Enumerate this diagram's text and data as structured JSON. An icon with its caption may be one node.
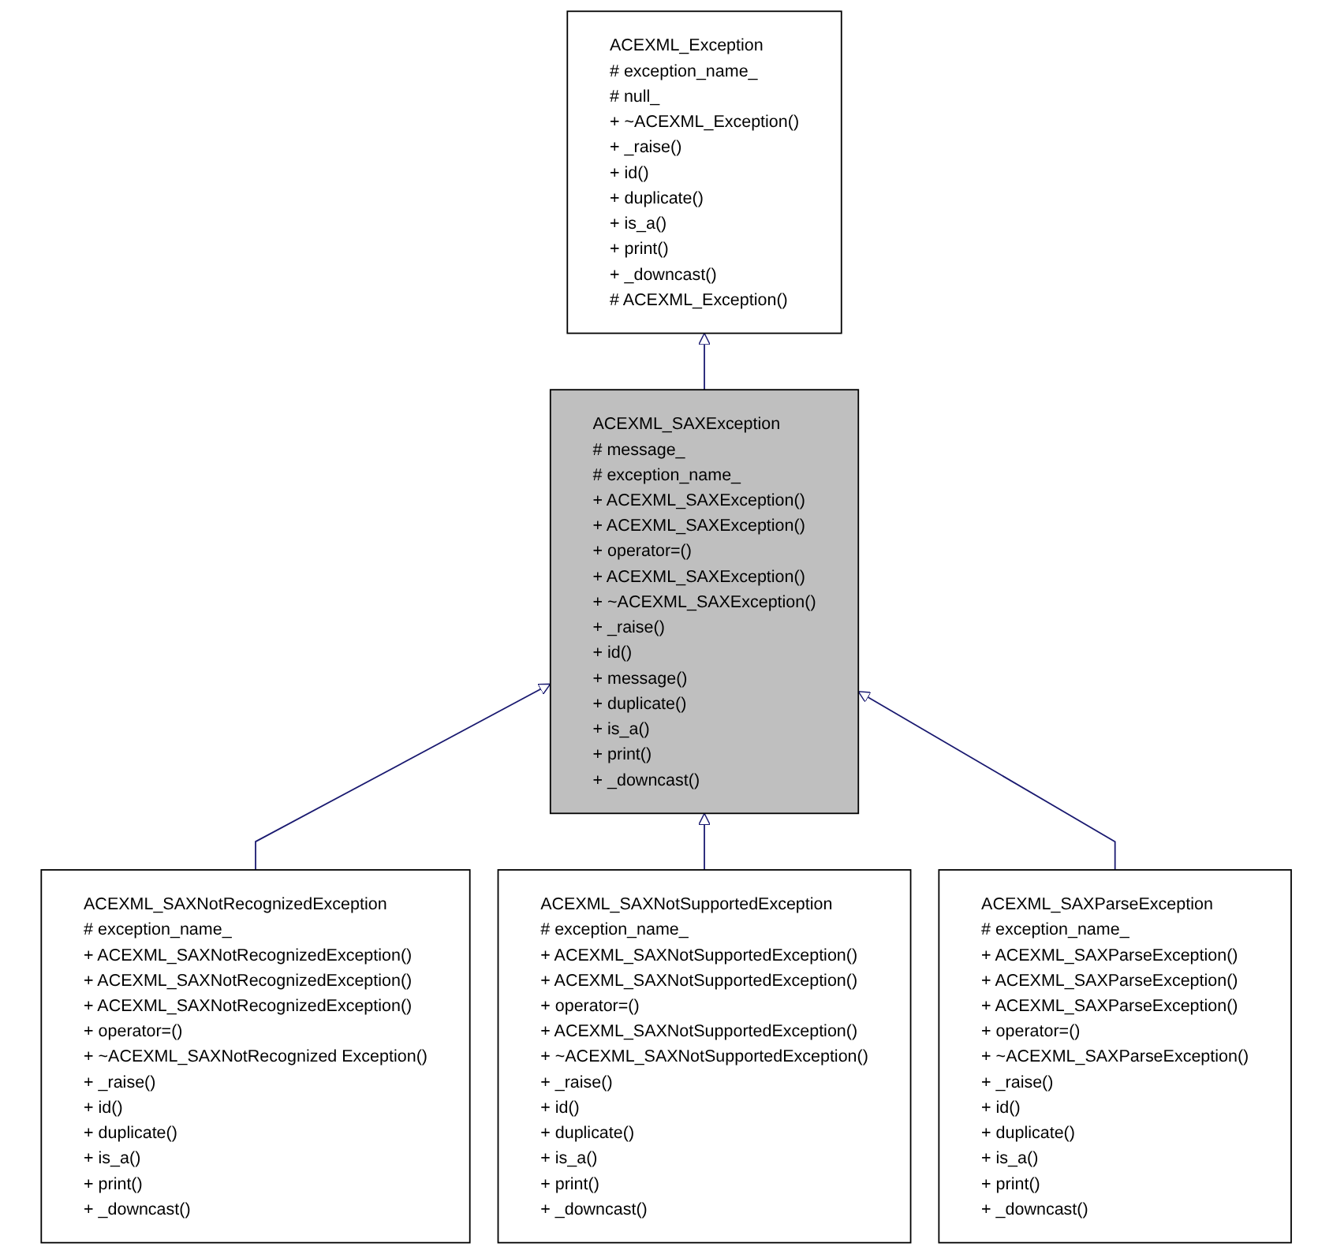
{
  "diagram": {
    "nodes": [
      {
        "text": [
          "ACEXML_Exception",
          "# exception_name_",
          "# null_",
          "+ ~ACEXML_Exception()",
          "+ _raise()",
          "+ id()",
          "+ duplicate()",
          "+ is_a()",
          "+ print()",
          "+ _downcast()",
          "# ACEXML_Exception()"
        ]
      },
      {
        "text": [
          "ACEXML_SAXException",
          "# message_",
          "# exception_name_",
          "+ ACEXML_SAXException()",
          "+ ACEXML_SAXException()",
          "+ operator=()",
          "+ ACEXML_SAXException()",
          "+ ~ACEXML_SAXException()",
          "+ _raise()",
          "+ id()",
          "+ message()",
          "+ duplicate()",
          "+ is_a()",
          "+ print()",
          "+ _downcast()"
        ]
      },
      {
        "text": [
          "ACEXML_SAXNotRecognizedException",
          "# exception_name_",
          "+ ACEXML_SAXNotRecognizedException()",
          "+ ACEXML_SAXNotRecognizedException()",
          "+ ACEXML_SAXNotRecognizedException()",
          "+ operator=()",
          "+ ~ACEXML_SAXNotRecognized Exception()",
          "+ _raise()",
          "+ id()",
          "+ duplicate()",
          "+ is_a()",
          "+ print()",
          "+ _downcast()"
        ]
      },
      {
        "text": [
          "ACEXML_SAXNotSupportedException",
          "# exception_name_",
          "+ ACEXML_SAXNotSupportedException()",
          "+ ACEXML_SAXNotSupportedException()",
          "+ operator=()",
          "+ ACEXML_SAXNotSupportedException()",
          "+ ~ACEXML_SAXNotSupportedException()",
          "+ _raise()",
          "+ id()",
          "+ duplicate()",
          "+ is_a()",
          "+ print()",
          "+ _downcast()"
        ]
      },
      {
        "text": [
          "ACEXML_SAXParseException",
          "# exception_name_",
          "+ ACEXML_SAXParseException()",
          "+ ACEXML_SAXParseException()",
          "+ ACEXML_SAXParseException()",
          "+ operator=()",
          "+ ~ACEXML_SAXParseException()",
          "+ _raise()",
          "+ id()",
          "+ duplicate()",
          "+ is_a()",
          "+ print()",
          "+ _downcast()"
        ]
      }
    ],
    "edges": [
      {
        "from": 1,
        "to": 0,
        "arrow": "to"
      },
      {
        "from": 2,
        "to": 1,
        "arrow": "to"
      },
      {
        "from": 3,
        "to": 1,
        "arrow": "to"
      },
      {
        "from": 4,
        "to": 1,
        "arrow": "to"
      }
    ]
  }
}
